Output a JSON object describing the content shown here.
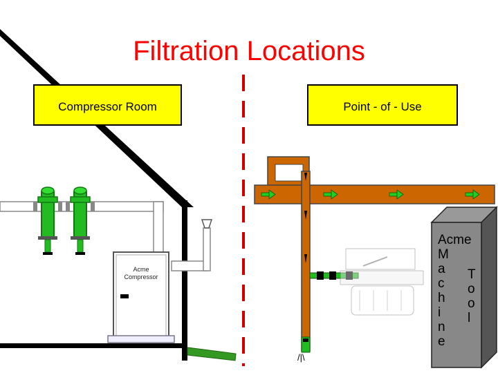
{
  "title": "Filtration Locations",
  "labels": {
    "compressor_room": "Compressor Room",
    "point_of_use": "Point - of - Use"
  },
  "compressor": {
    "line1": "Acme",
    "line2": "Compressor"
  },
  "machine_tool": {
    "word1": "Acme",
    "column_left": [
      "M",
      "a",
      "c",
      "h",
      "i",
      "n",
      "e"
    ],
    "column_right": [
      "T",
      "o",
      "o",
      "l"
    ]
  },
  "drain_glyph": "/|\\",
  "colors": {
    "title": "#ff0000",
    "label_fill": "#ffff00",
    "divider": "#cc0000",
    "pipe_brown": "#cc6600",
    "filter_green": "#22bb22",
    "arrow_green": "#22cc22",
    "tool_gray": "#777777"
  }
}
